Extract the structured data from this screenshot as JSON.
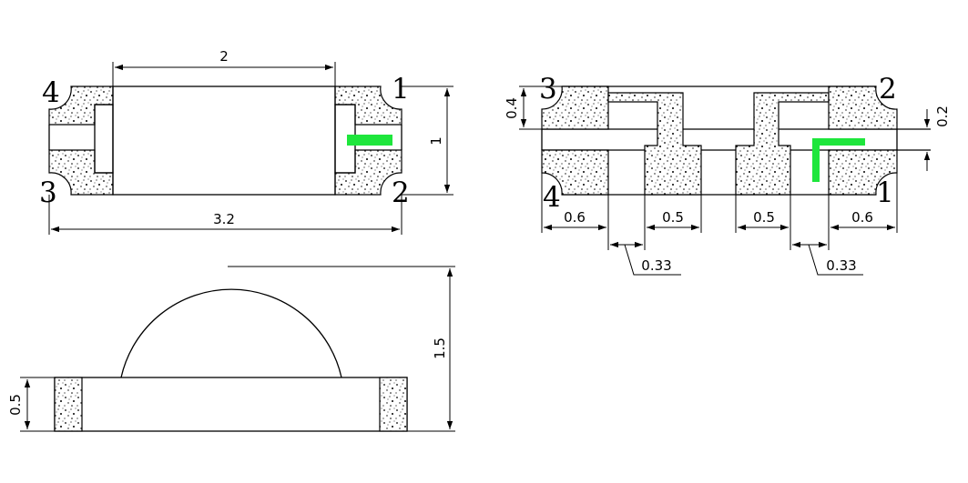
{
  "colors": {
    "line": "#000000",
    "polarity_mark": "#1ee63c",
    "background": "#ffffff"
  },
  "top_view": {
    "dim_length": "2",
    "dim_total": "3.2",
    "dim_width": "1",
    "pins": {
      "p1": "1",
      "p2": "2",
      "p3": "3",
      "p4": "4"
    }
  },
  "side_view": {
    "dim_height": "1.5",
    "dim_base": "0.5"
  },
  "pad_view": {
    "dim_pad_height": "0.4",
    "dim_gap": "0.2",
    "dim_left_pad": "0.6",
    "dim_left_inner": "0.5",
    "dim_right_inner": "0.5",
    "dim_right_pad": "0.6",
    "dim_left_offset": "0.33",
    "dim_right_offset": "0.33",
    "pins": {
      "p1": "1",
      "p2": "2",
      "p3": "3",
      "p4": "4"
    }
  }
}
